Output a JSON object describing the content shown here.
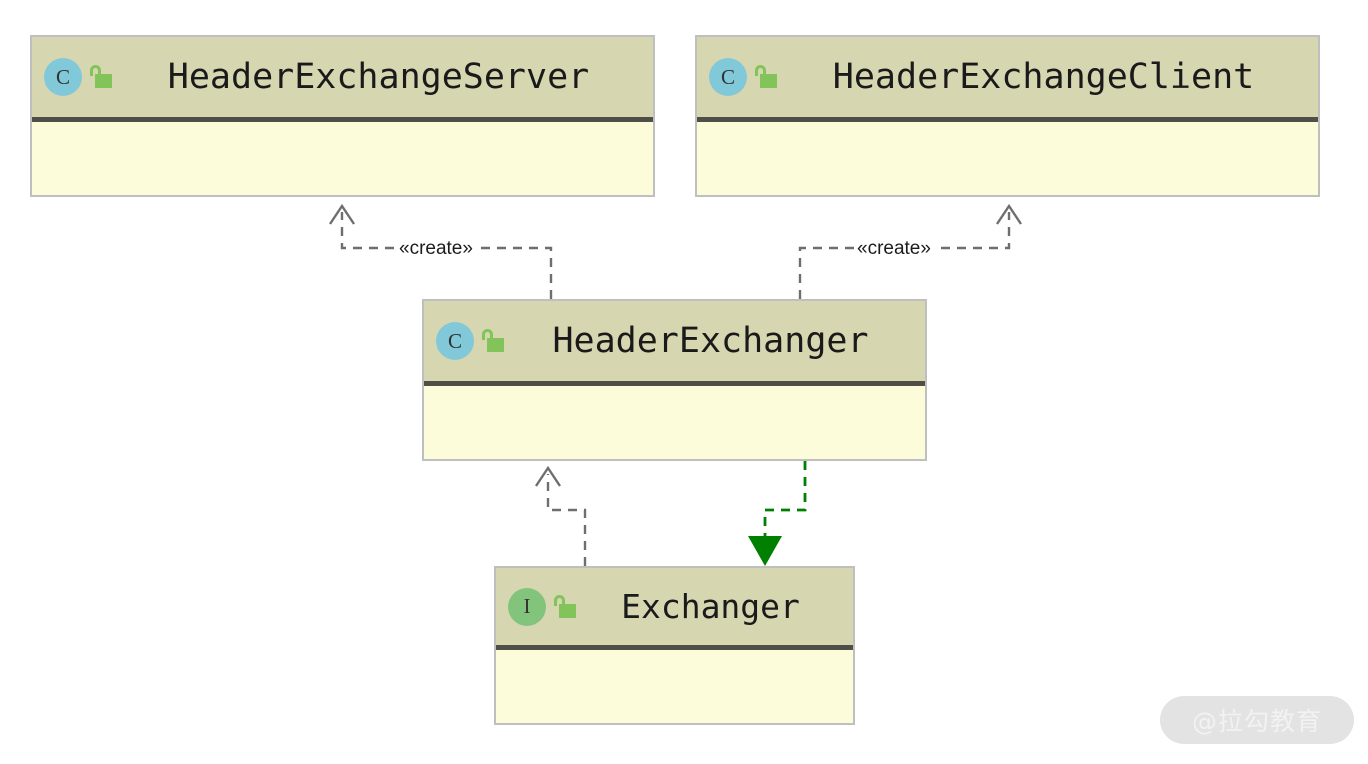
{
  "diagram": {
    "type": "uml-class-diagram",
    "background": "#FFFFFF",
    "palette": {
      "header_fill": "#D6D6B1",
      "body_fill": "#FCFCDB",
      "border": "#BFBFBF",
      "separator": "#4F4F47",
      "class_badge": "#81C9D9",
      "interface_badge": "#83C47D",
      "lock": "#83C45A",
      "connector_gray": "#6E6E6E",
      "connector_green": "#008000",
      "text": "#1A1A1A"
    }
  },
  "classes": [
    {
      "id": "header-exchange-server",
      "name": "HeaderExchangeServer",
      "kind": "class",
      "badge": "C",
      "visibility_icon": "unlocked-padlock-icon",
      "members": []
    },
    {
      "id": "header-exchange-client",
      "name": "HeaderExchangeClient",
      "kind": "class",
      "badge": "C",
      "visibility_icon": "unlocked-padlock-icon",
      "members": []
    },
    {
      "id": "header-exchanger",
      "name": "HeaderExchanger",
      "kind": "class",
      "badge": "C",
      "visibility_icon": "unlocked-padlock-icon",
      "members": []
    },
    {
      "id": "exchanger",
      "name": "Exchanger",
      "kind": "interface",
      "badge": "I",
      "visibility_icon": "unlocked-padlock-icon",
      "members": []
    }
  ],
  "relations": [
    {
      "id": "create-server",
      "from": "header-exchanger",
      "to": "header-exchange-server",
      "stereotype": "«create»",
      "style": "dashed",
      "arrow": "open",
      "color": "#6E6E6E"
    },
    {
      "id": "create-client",
      "from": "header-exchanger",
      "to": "header-exchange-client",
      "stereotype": "«create»",
      "style": "dashed",
      "arrow": "open",
      "color": "#6E6E6E"
    },
    {
      "id": "realize-exchanger",
      "from": "exchanger",
      "to": "header-exchanger",
      "stereotype": "",
      "style": "dashed",
      "arrow": "open",
      "color": "#6E6E6E"
    },
    {
      "id": "uses-exchanger",
      "from": "header-exchanger",
      "to": "exchanger",
      "stereotype": "",
      "style": "dashed",
      "arrow": "filled-triangle",
      "color": "#008000"
    }
  ],
  "watermark": {
    "text": "@拉勾教育"
  }
}
